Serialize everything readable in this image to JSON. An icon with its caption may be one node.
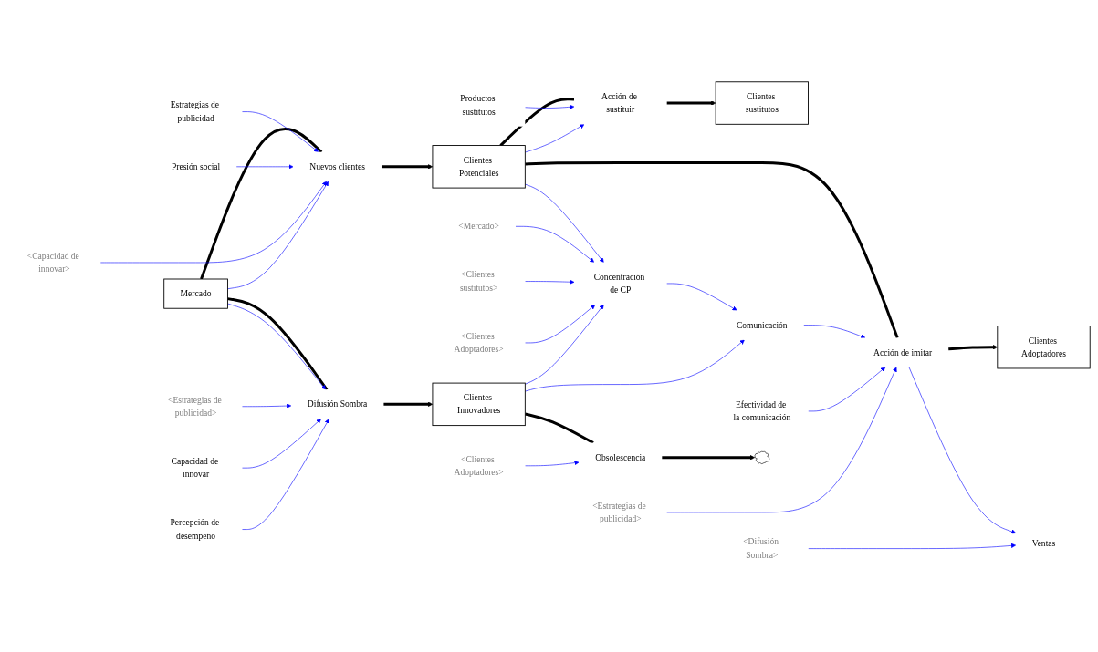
{
  "diagram": {
    "nodes": [
      {
        "text": [
          "Clientes sustitutos"
        ]
      },
      {
        "text": [
          "Productos sustitutos"
        ]
      },
      {
        "text": [
          "Estrategias de publicidad"
        ]
      },
      {
        "text": [
          "Presión social"
        ]
      },
      {
        "text": [
          "Acción de sustituir"
        ]
      },
      {
        "text": [
          "<Estrategias de publicidad>"
        ]
      },
      {
        "text": [
          "Efectividad de la comunicación"
        ]
      },
      {
        "text": [
          "<Capacidad de innovar>"
        ]
      },
      {
        "text": [
          "Nuevos clientes"
        ]
      },
      {
        "text": [
          "Clientes Potenciales"
        ]
      },
      {
        "text": [
          "Clientes Adoptadores"
        ]
      },
      {
        "text": [
          "Acción de imitar"
        ]
      },
      {
        "text": [
          "<Mercado>"
        ]
      },
      {
        "text": [
          "Ventas"
        ]
      },
      {
        "text": [
          "<Clientes sustitutos>"
        ]
      },
      {
        "text": [
          "Concentración de CP"
        ]
      },
      {
        "text": [
          "Mercado"
        ]
      },
      {
        "text": [
          "<Clientes Adoptadores>"
        ]
      },
      {
        "text": [
          "Comunicación"
        ]
      },
      {
        "text": [
          "<Difusión Sombra>"
        ]
      },
      {
        "text": [
          "Clientes Innovadores"
        ]
      },
      {
        "text": [
          "Difusión Sombra"
        ]
      },
      {
        "text": [
          "<Estrategias de publicidad>"
        ]
      },
      {
        "text": [
          "Obsolescencia"
        ]
      },
      {
        "text": [
          "Percepción de desempeño"
        ]
      },
      {
        "text": [
          "Capacidad de innovar"
        ]
      },
      {
        "text": [
          "<Clientes Adoptadores>"
        ]
      },
      {
        "text": [],
        "shape": "cloud"
      }
    ],
    "edges": [
      {
        "from": 16,
        "to": 8,
        "arrow": "none",
        "style": "thick",
        "color": "#000000"
      },
      {
        "from": 8,
        "to": 9,
        "arrow": "to",
        "style": "thick",
        "color": "#000000"
      },
      {
        "from": 9,
        "to": 4,
        "arrow": "none",
        "style": "thick",
        "color": "#000000"
      },
      {
        "from": 4,
        "to": 0,
        "arrow": "to",
        "style": "thick",
        "color": "#000000"
      },
      {
        "from": 9,
        "to": 11,
        "arrow": "none",
        "style": "thick",
        "color": "#000000"
      },
      {
        "from": 11,
        "to": 10,
        "arrow": "to",
        "style": "thick",
        "color": "#000000"
      },
      {
        "from": 16,
        "to": 21,
        "arrow": "none",
        "style": "thick",
        "color": "#000000"
      },
      {
        "from": 21,
        "to": 20,
        "arrow": "to",
        "style": "thick",
        "color": "#000000"
      },
      {
        "from": 20,
        "to": 23,
        "arrow": "none",
        "style": "thick",
        "color": "#000000"
      },
      {
        "from": 23,
        "to": 27,
        "arrow": "to",
        "style": "thick",
        "color": "#000000"
      },
      {
        "from": 2,
        "to": 8,
        "arrow": "to"
      },
      {
        "from": 3,
        "to": 8,
        "arrow": "to"
      },
      {
        "from": 7,
        "to": 8,
        "arrow": "to"
      },
      {
        "from": 16,
        "to": 8,
        "arrow": "to"
      },
      {
        "from": 1,
        "to": 4,
        "arrow": "to"
      },
      {
        "from": 9,
        "to": 4,
        "arrow": "to"
      },
      {
        "from": 9,
        "to": 15,
        "arrow": "to"
      },
      {
        "from": 12,
        "to": 15,
        "arrow": "to"
      },
      {
        "from": 14,
        "to": 15,
        "arrow": "to"
      },
      {
        "from": 17,
        "to": 15,
        "arrow": "to"
      },
      {
        "from": 20,
        "to": 15,
        "arrow": "to"
      },
      {
        "from": 15,
        "to": 18,
        "arrow": "to"
      },
      {
        "from": 20,
        "to": 18,
        "arrow": "to"
      },
      {
        "from": 18,
        "to": 11,
        "arrow": "to"
      },
      {
        "from": 6,
        "to": 11,
        "arrow": "to"
      },
      {
        "from": 5,
        "to": 11,
        "arrow": "to"
      },
      {
        "from": 11,
        "to": 13,
        "arrow": "to"
      },
      {
        "from": 19,
        "to": 13,
        "arrow": "to"
      },
      {
        "from": 16,
        "to": 21,
        "arrow": "to"
      },
      {
        "from": 22,
        "to": 21,
        "arrow": "to"
      },
      {
        "from": 25,
        "to": 21,
        "arrow": "to"
      },
      {
        "from": 24,
        "to": 21,
        "arrow": "to"
      },
      {
        "from": 26,
        "to": 23,
        "arrow": "to"
      }
    ]
  }
}
